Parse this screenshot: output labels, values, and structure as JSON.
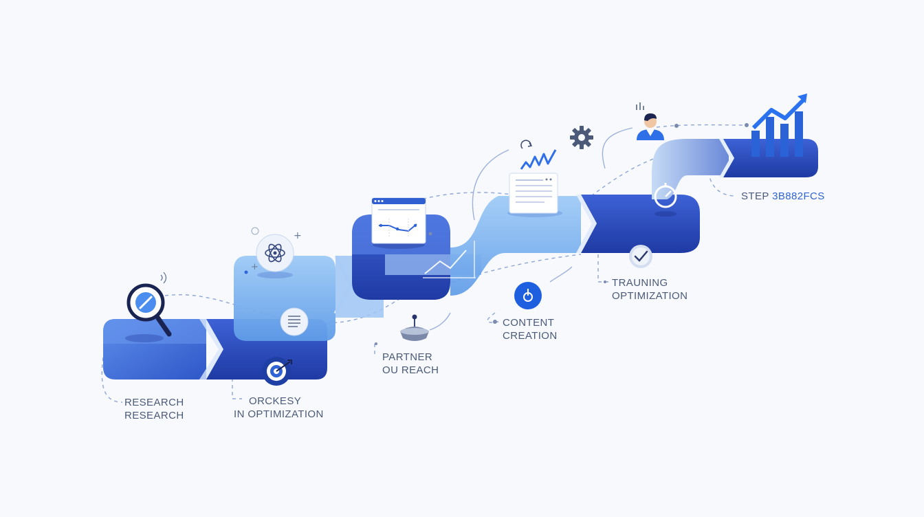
{
  "steps": [
    {
      "line1": "RESEARCH",
      "line2": "RESEARCH",
      "icon": "magnifier-icon"
    },
    {
      "line1": "ORCKESY",
      "line2": "IN OPTIMIZATION",
      "icon": "atom-icon"
    },
    {
      "line1": "PARTNER",
      "line2": "OU REACH",
      "icon": "analytics-window-icon"
    },
    {
      "line1": "CONTENT",
      "line2": "CREATION",
      "icon": "document-icon"
    },
    {
      "line1": "TRAUNING",
      "line2": "OPTIMIZATION",
      "icon": "gear-icon"
    },
    {
      "line1": "STEP 3B882FCS",
      "icon": "growth-bar-chart-icon"
    }
  ],
  "colors": {
    "background": "#f7f9fc",
    "deep_blue": "#2a47b8",
    "mid_blue": "#3f6fe0",
    "light_blue": "#8fc2f5",
    "label_text": "#4a5a78",
    "accent_text": "#2f64d6"
  }
}
